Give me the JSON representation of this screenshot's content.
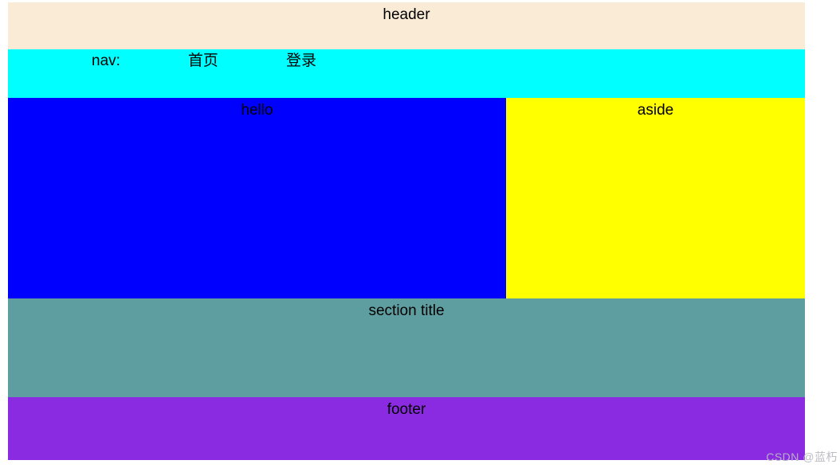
{
  "header": {
    "label": "header",
    "bg": "#faebd7"
  },
  "nav": {
    "label": "nav:",
    "bg": "#00ffff",
    "items": [
      {
        "label": "首页"
      },
      {
        "label": "登录"
      }
    ]
  },
  "main": {
    "label": "hello",
    "bg": "#0000ff"
  },
  "aside": {
    "label": "aside",
    "bg": "#ffff00"
  },
  "section": {
    "label": "section title",
    "bg": "#5f9ea0"
  },
  "footer": {
    "label": "footer",
    "bg": "#8a2be2"
  },
  "watermark": {
    "label": "CSDN @蓝朽",
    "color": "#b9b7c0"
  }
}
